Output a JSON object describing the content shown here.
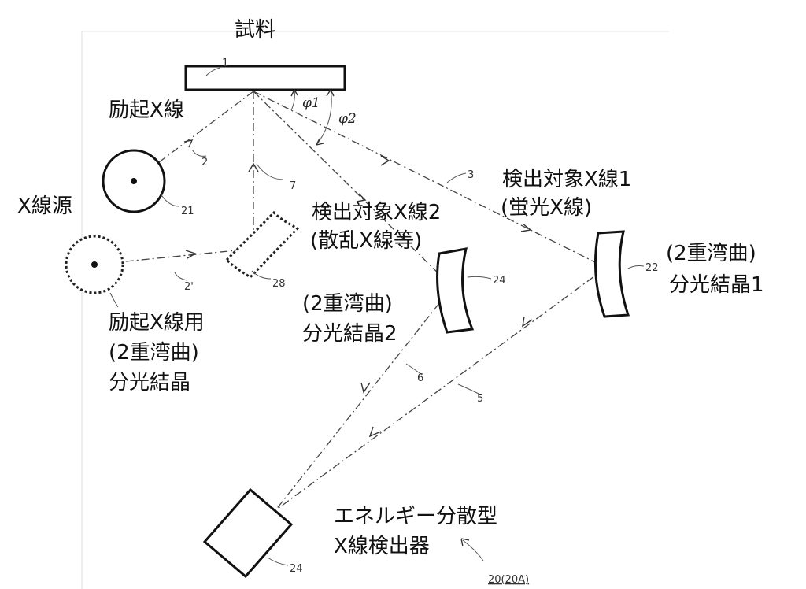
{
  "labels": {
    "sample": "試料",
    "excitation_xray": "励起X線",
    "xray_source": "X線源",
    "detect_xray1_line1": "検出対象X線1",
    "detect_xray1_line2": "(蛍光X線)",
    "detect_xray2_line1": "検出対象X線2",
    "detect_xray2_line2": "(散乱X線等)",
    "crystal1_line1": "(2重湾曲)",
    "crystal1_line2": "分光結晶1",
    "crystal2_line1": "(2重湾曲)",
    "crystal2_line2": "分光結晶2",
    "exc_crystal_line1": "励起X線用",
    "exc_crystal_line2": "(2重湾曲)",
    "exc_crystal_line3": "分光結晶",
    "detector_line1": "エネルギー分散型",
    "detector_line2": "X線検出器"
  },
  "refs": {
    "r1": "1",
    "r2": "2",
    "r2p": "2'",
    "r3": "3",
    "r5": "5",
    "r6": "6",
    "r7": "7",
    "r21": "21",
    "r22": "22",
    "r24a": "24",
    "r24b": "24",
    "r28": "28",
    "r20": "20(20A)",
    "phi1": "φ1",
    "phi2": "φ2"
  }
}
